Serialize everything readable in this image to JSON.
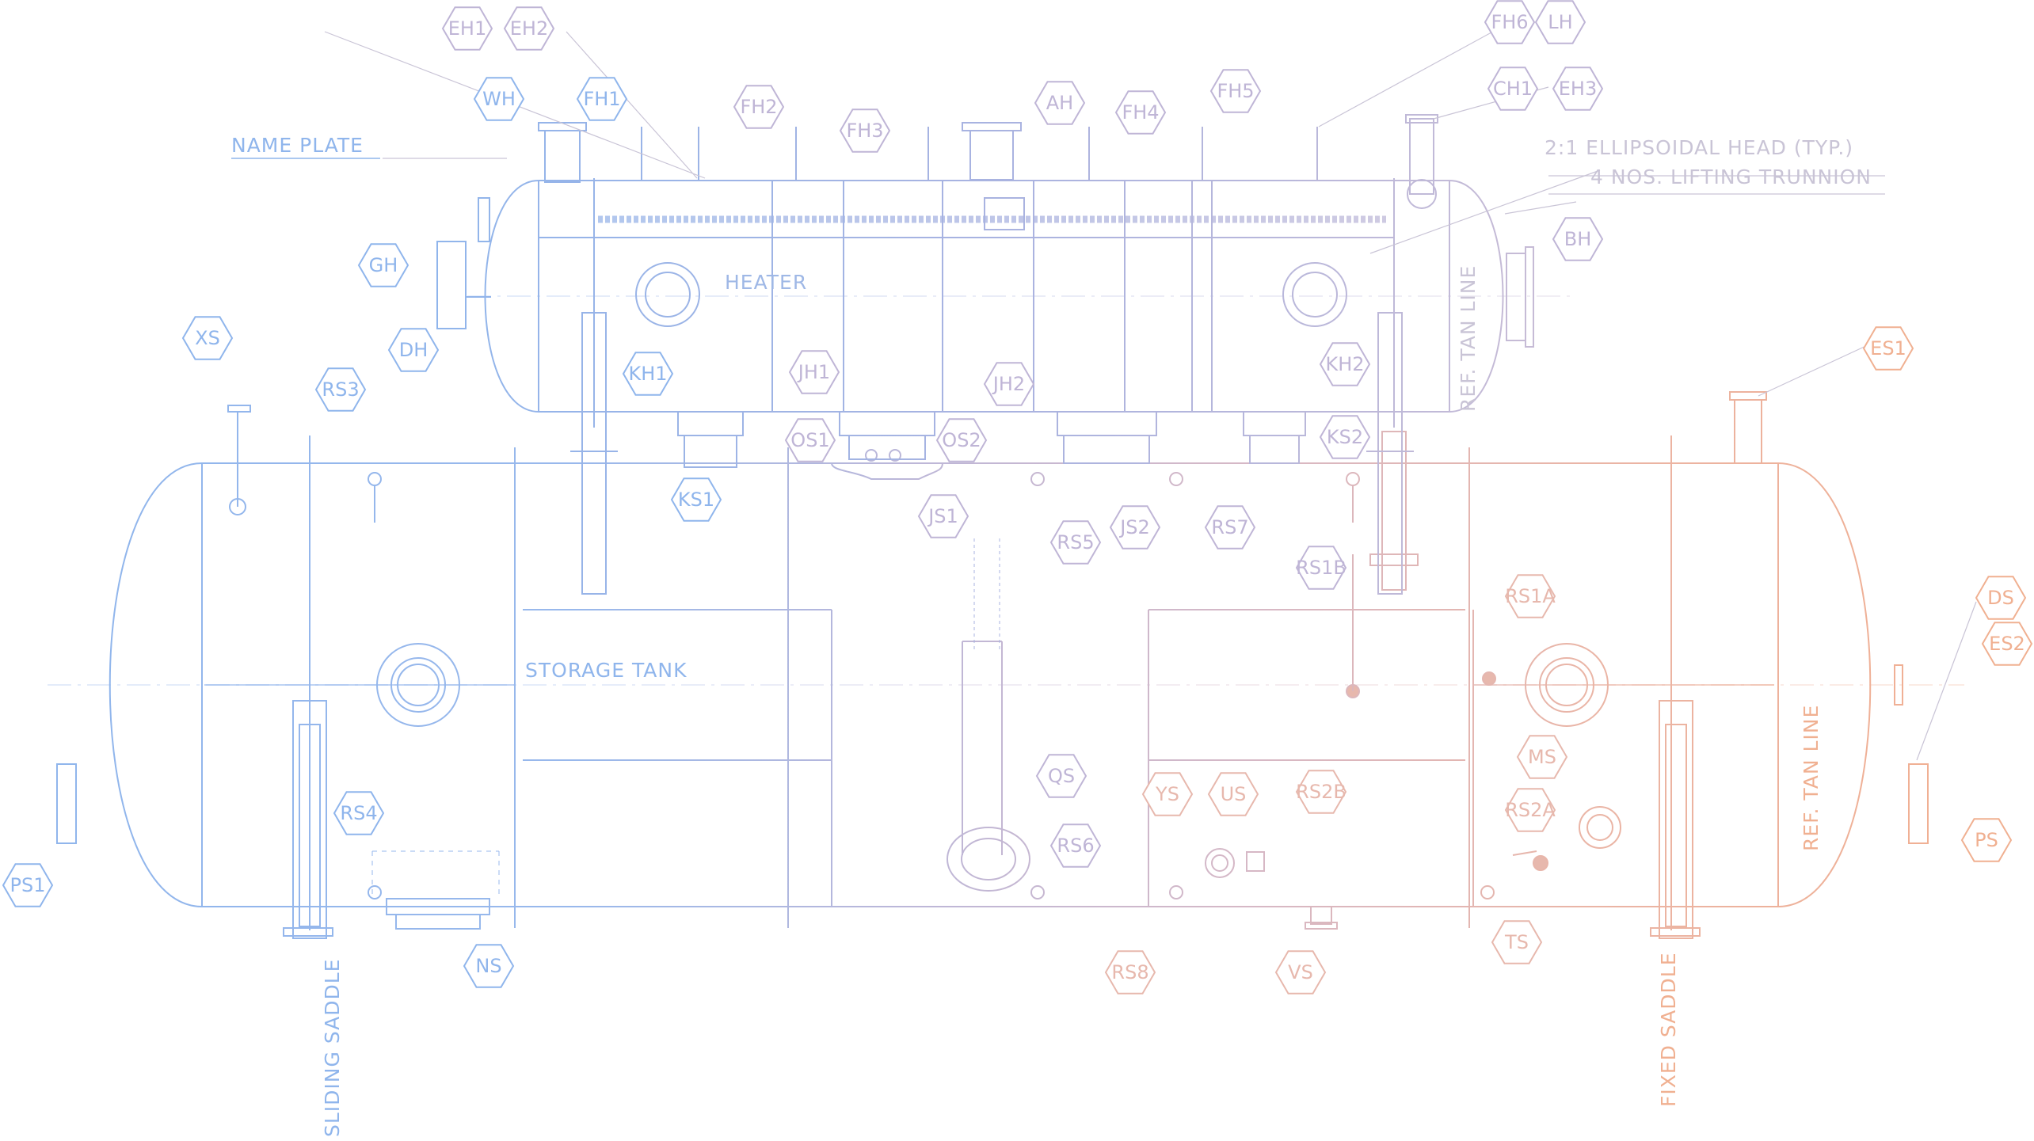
{
  "colors": {
    "blue": "#8fb5ec",
    "lilac": "#bfb5d6",
    "rose": "#e7b8ad",
    "orange": "#f0b091",
    "grey": "#c9c4d6"
  },
  "labels": {
    "name_plate": "NAME PLATE",
    "heater_cl": "HEATER",
    "storage_tank_cl": "STORAGE TANK",
    "head_note": "2:1 ELLIPSOIDAL HEAD (TYP.)",
    "trunnion_note": "4 NOS. LIFTING TRUNNION",
    "ref_tan_line_heater": "REF. TAN LINE",
    "ref_tan_line_storage": "REF. TAN LINE",
    "sliding_saddle": "SLIDING SADDLE",
    "fixed_saddle": "FIXED SADDLE"
  },
  "nozzles": {
    "EH1": "EH1",
    "EH2": "EH2",
    "FH6": "FH6",
    "LH": "LH",
    "WH": "WH",
    "FH1": "FH1",
    "FH2": "FH2",
    "FH3": "FH3",
    "AH": "AH",
    "FH4": "FH4",
    "FH5": "FH5",
    "CH1": "CH1",
    "EH3": "EH3",
    "BH": "BH",
    "GH": "GH",
    "DH": "DH",
    "XS": "XS",
    "RS3": "RS3",
    "KH1": "KH1",
    "JH1": "JH1",
    "JH2": "JH2",
    "KH2": "KH2",
    "ES1": "ES1",
    "OS1": "OS1",
    "OS2": "OS2",
    "KS2": "KS2",
    "KS1": "KS1",
    "JS1": "JS1",
    "RS5": "RS5",
    "JS2": "JS2",
    "RS7": "RS7",
    "RS1B": "RS1B",
    "RS1A": "RS1A",
    "DS": "DS",
    "ES2": "ES2",
    "RS2B": "RS2B",
    "MS": "MS",
    "QS": "QS",
    "YS": "YS",
    "US": "US",
    "RS4": "RS4",
    "RS6": "RS6",
    "RS2A": "RS2A",
    "PS1": "PS1",
    "PS": "PS",
    "NS": "NS",
    "RS8": "RS8",
    "VS": "VS",
    "TS": "TS"
  }
}
